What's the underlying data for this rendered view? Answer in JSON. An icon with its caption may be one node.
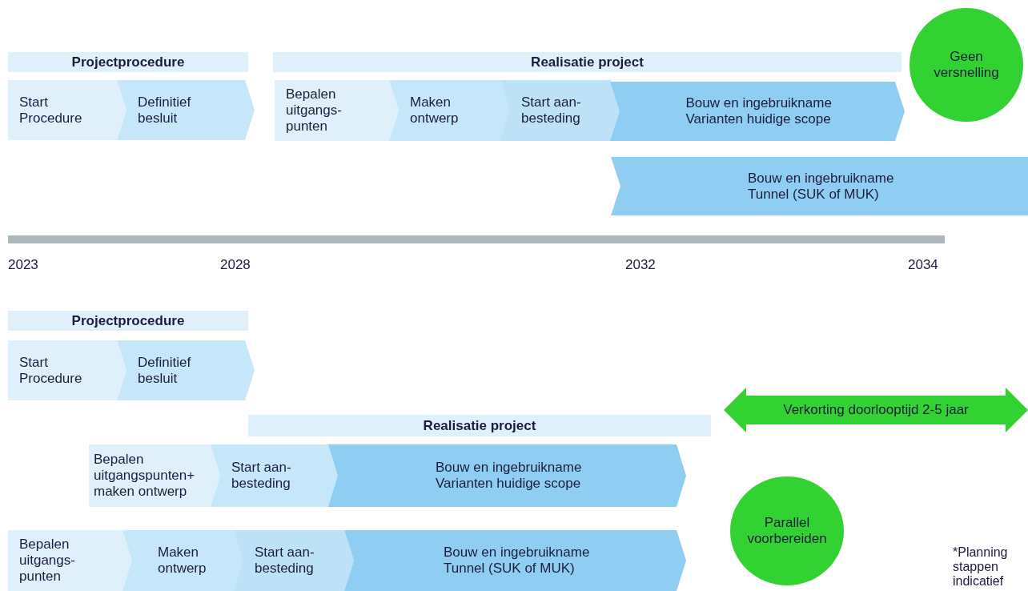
{
  "diagram": {
    "nodes": [
      {
        "text": [
          "Projectprocedure"
        ]
      },
      {
        "text": [
          "Realisatie project"
        ]
      },
      {
        "text": [
          "Start Procedure"
        ]
      },
      {
        "text": [
          "Definitief besluit"
        ]
      },
      {
        "text": [
          "Bepalen uitgangs- punten"
        ]
      },
      {
        "text": [
          "Maken ontwerp"
        ]
      },
      {
        "text": [
          "Start aan- besteding"
        ]
      },
      {
        "text": [
          "Bouw en ingebruikname Varianten huidige scope"
        ]
      },
      {
        "text": [
          "Geen versnelling"
        ]
      },
      {
        "text": [
          "Bouw en ingebruikname Tunnel (SUK of MUK)"
        ]
      },
      {
        "text": [
          "Projectprocedure"
        ]
      },
      {
        "text": [
          "Start Procedure"
        ]
      },
      {
        "text": [
          "Definitief besluit"
        ]
      },
      {
        "text": [
          "Verkorting doorlooptijd 2-5 jaar"
        ]
      },
      {
        "text": [
          "Realisatie project"
        ]
      },
      {
        "text": [
          "Bepalen uitgangspunten+ maken ontwerp"
        ]
      },
      {
        "text": [
          "Start aan- besteding"
        ]
      },
      {
        "text": [
          "Bouw en ingebruikname Varianten huidige scope"
        ]
      },
      {
        "text": [
          "Parallel voorbereiden"
        ]
      },
      {
        "text": [
          "Bepalen uitgangs- punten"
        ]
      },
      {
        "text": [
          "Maken ontwerp"
        ]
      },
      {
        "text": [
          "Start aan- besteding"
        ]
      },
      {
        "text": [
          "Bouw en ingebruikname Tunnel (SUK of MUK)"
        ]
      }
    ],
    "edges": [],
    "labels": [
      "2023",
      "2028",
      "2032",
      "2034",
      "*Planning stappen indicatief"
    ]
  }
}
